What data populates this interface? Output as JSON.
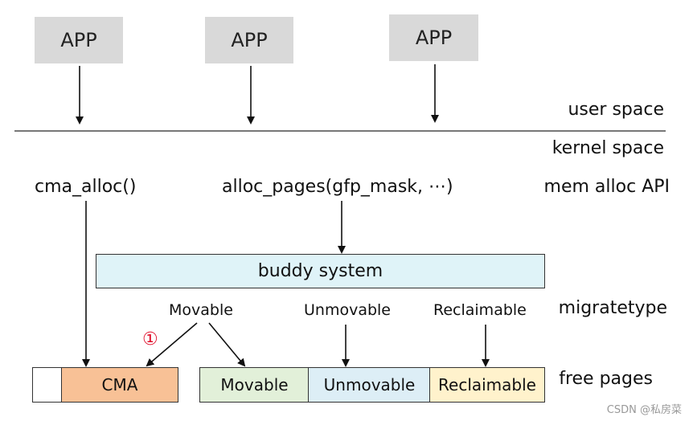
{
  "apps": [
    "APP",
    "APP",
    "APP"
  ],
  "zones": {
    "user": "user space",
    "kernel": "kernel space",
    "api": "mem alloc API",
    "migratetype": "migratetype",
    "free_pages": "free pages"
  },
  "api_calls": {
    "cma_alloc": "cma_alloc()",
    "alloc_pages": "alloc_pages(gfp_mask, ⋯)"
  },
  "buddy": "buddy system",
  "migratetypes": [
    "Movable",
    "Unmovable",
    "Reclaimable"
  ],
  "free_pages": {
    "cma": "CMA",
    "movable": "Movable",
    "unmovable": "Unmovable",
    "reclaimable": "Reclaimable"
  },
  "marker": "①",
  "watermark": "CSDN @私房菜",
  "colors": {
    "app_bg": "#d9d9d9",
    "buddy_bg": "#dff3f8",
    "cma_bg": "#f8c196",
    "movable_bg": "#e2f0d9",
    "unmovable_bg": "#ddeef6",
    "reclaimable_bg": "#fff2cc",
    "marker": "#e0102c"
  }
}
